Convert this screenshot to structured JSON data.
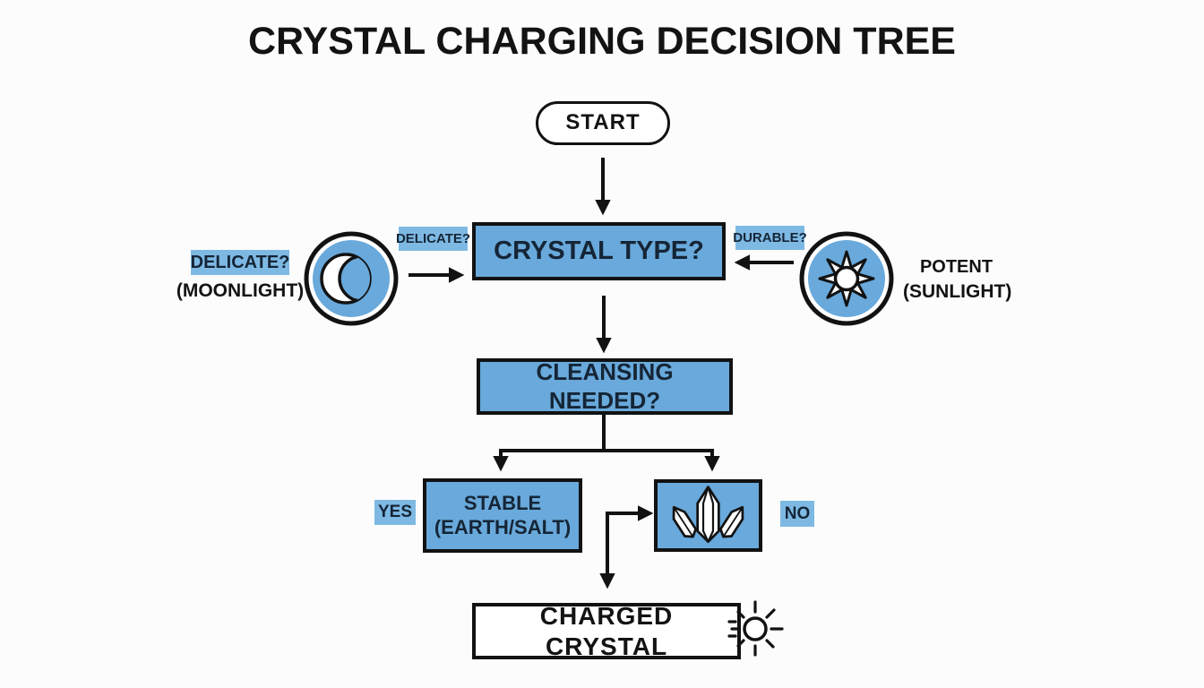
{
  "title": "CRYSTAL CHARGING DECISION TREE",
  "colors": {
    "node_fill_blue": "#69A9DB",
    "label_fill_blue": "#7EB9E4",
    "outline_ink": "#121212",
    "node_text": "#152536",
    "background": "#FCFCFC"
  },
  "nodes": {
    "start": {
      "label": "START"
    },
    "crystal_type": {
      "label": "CRYSTAL TYPE?"
    },
    "cleansing_needed": {
      "label": "CLEANSING NEEDED?"
    },
    "stable": {
      "line1": "STABLE",
      "line2": "(EARTH/SALT)"
    },
    "crystal_cluster": {
      "icon": "crystal-cluster"
    },
    "charged_crystal": {
      "label": "CHARGED CRYSTAL"
    }
  },
  "edge_labels": {
    "delicate": "DELICATE?",
    "durable": "DURABLE?",
    "yes": "YES",
    "no": "NO"
  },
  "side_annotations": {
    "left": {
      "tag": "DELICATE?",
      "subtitle": "(MOONLIGHT)",
      "icon": "crescent-moon"
    },
    "right": {
      "title": "POTENT",
      "subtitle": "(SUNLIGHT)",
      "icon": "eight-point-sun"
    }
  },
  "icons": {
    "moon": "crescent-moon-in-circle",
    "sun": "eight-point-sun-in-circle",
    "crystal": "crystal-cluster",
    "sparkle": "radiant-sun-sparkle"
  }
}
